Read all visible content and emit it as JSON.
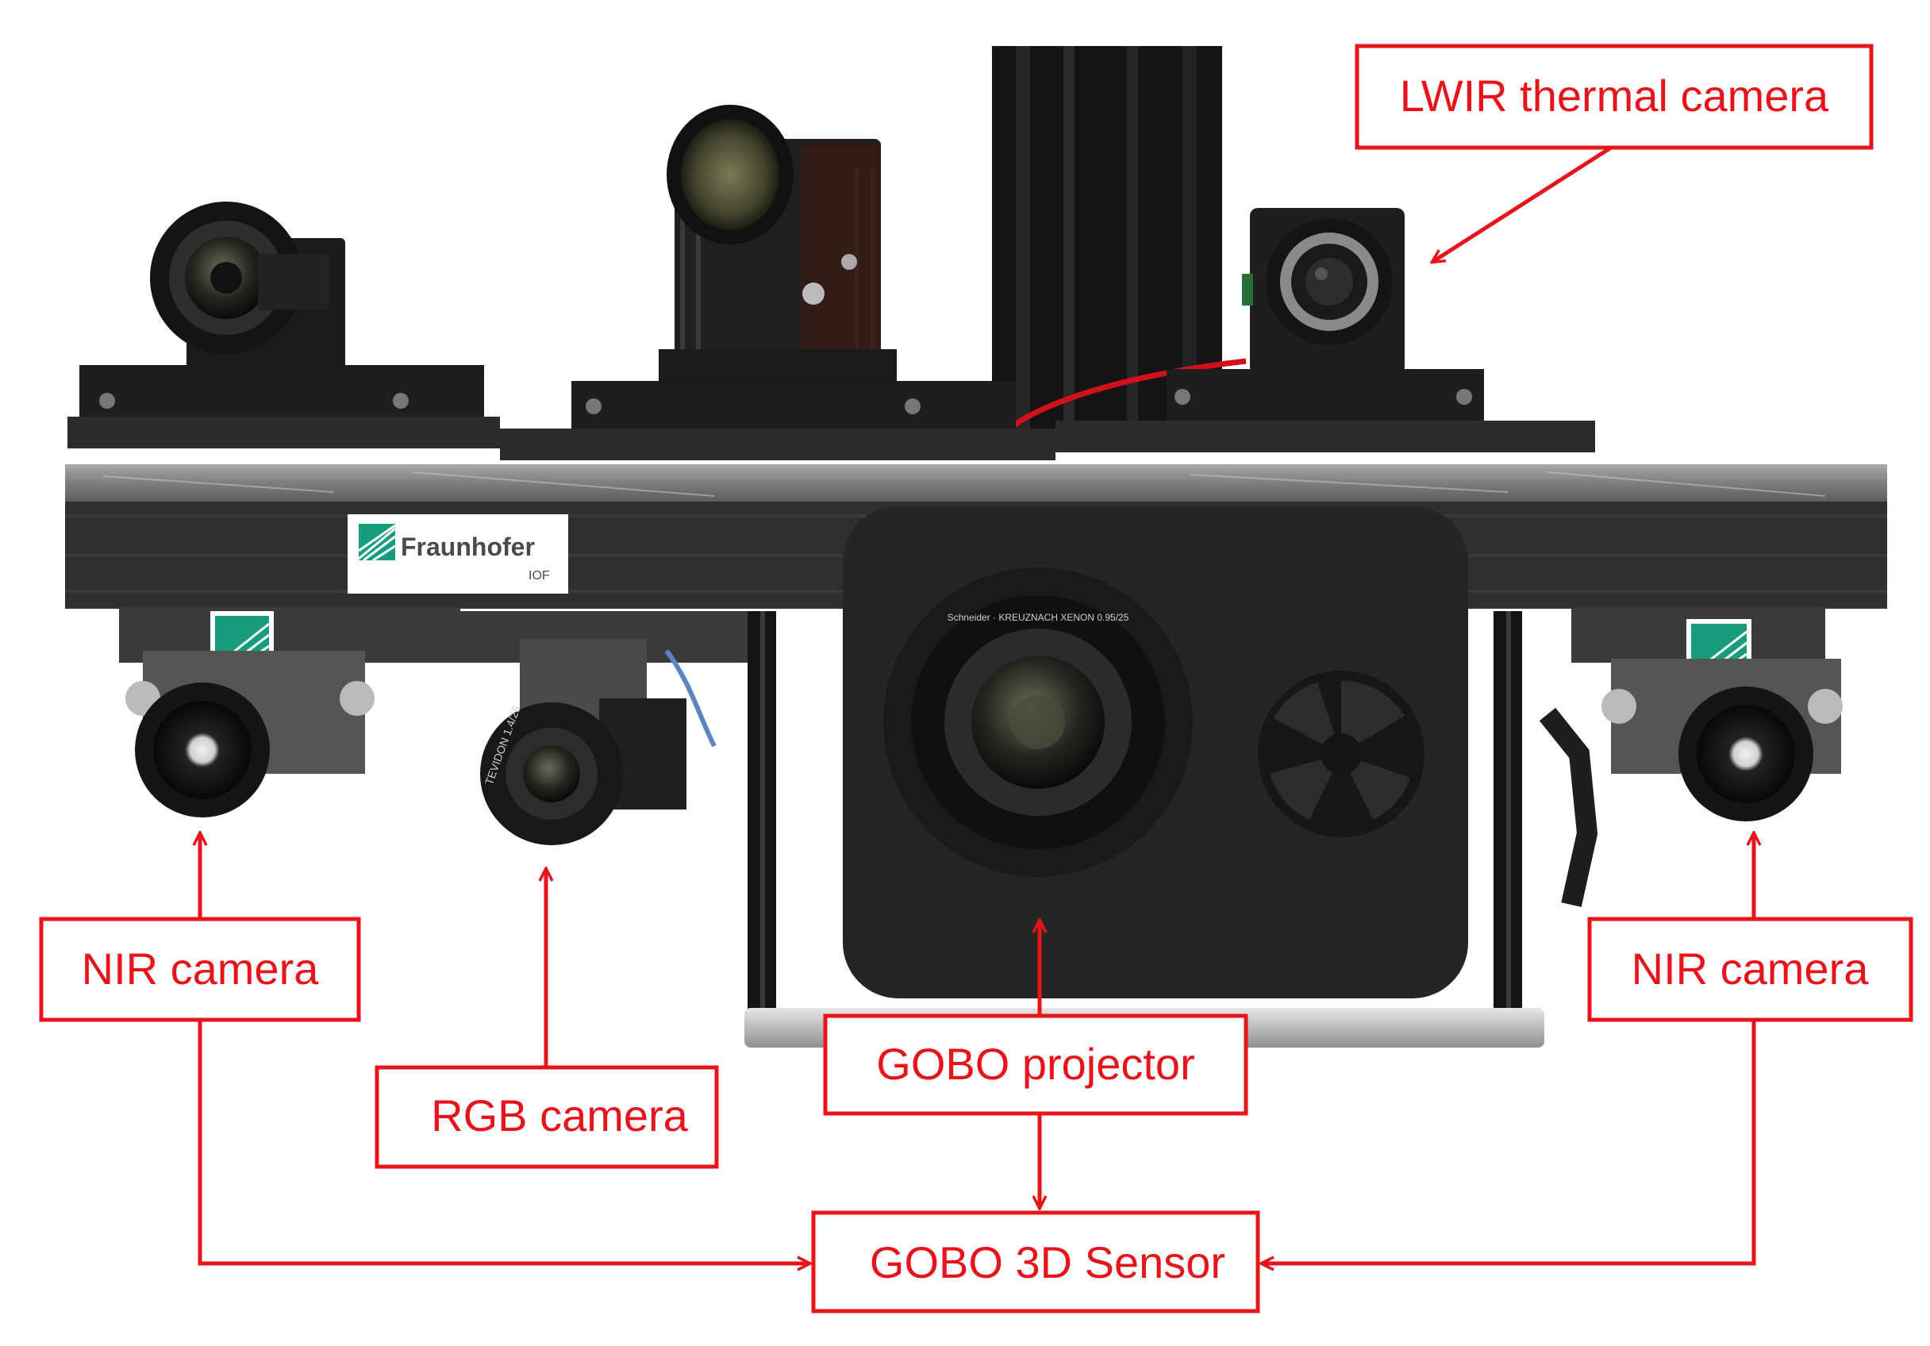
{
  "labels": {
    "lwir": "LWIR thermal camera",
    "nir_left": "NIR camera",
    "rgb": "RGB camera",
    "gobo_projector": "GOBO projector",
    "nir_right": "NIR camera",
    "gobo_sensor": "GOBO 3D Sensor"
  },
  "logo": {
    "brand": "Fraunhofer",
    "institute": "IOF"
  },
  "lens_text": {
    "rgb": "TEVIDON 1.4/25",
    "projector": "Schneider · KREUZNACH XENON 0.95/25"
  },
  "colors": {
    "annotation": "#e8141b",
    "rig_dark": "#1c1c1c",
    "plate": "#8d8d8d"
  }
}
